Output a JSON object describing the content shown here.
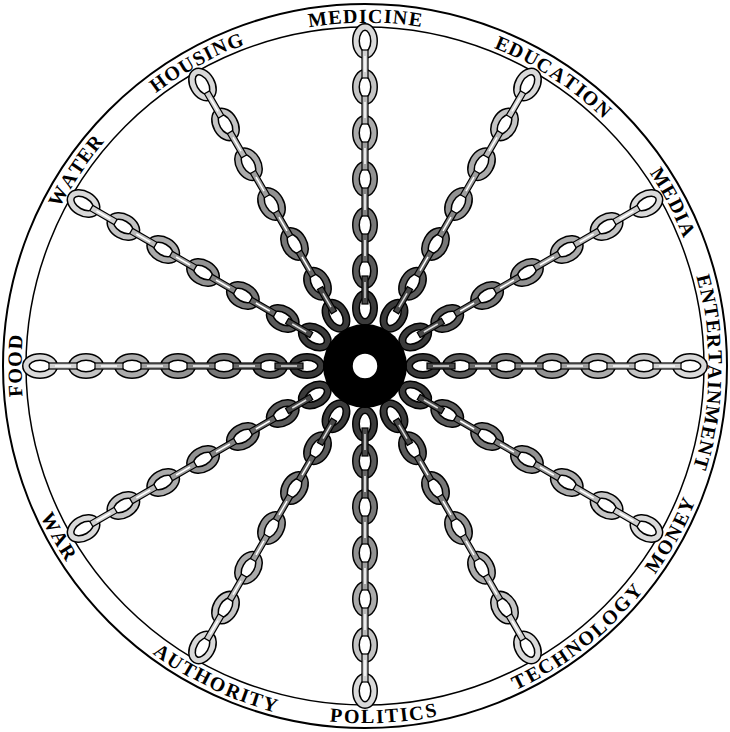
{
  "diagram": {
    "labels": [
      "MEDICINE",
      "EDUCATION",
      "MEDIA",
      "ENTERTAINMENT",
      "MONEY",
      "TECHNOLOGY",
      "POLITICS",
      "AUTHORITY",
      "WAR",
      "FOOD",
      "WATER",
      "HOUSING"
    ]
  }
}
